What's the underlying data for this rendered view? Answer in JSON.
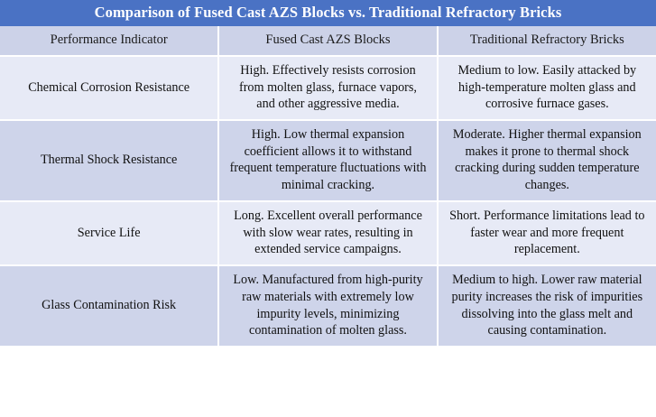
{
  "title": "Comparison of Fused Cast AZS Blocks vs. Traditional Refractory Bricks",
  "colors": {
    "title_bar": "#4a72c4",
    "title_text": "#ffffff",
    "header_row": "#ccd2e8",
    "row_light": "#e7eaf6",
    "row_dark": "#ced4ea",
    "grid_line": "#ffffff",
    "body_text": "#111111"
  },
  "columns": [
    "Performance Indicator",
    "Fused Cast AZS Blocks",
    "Traditional Refractory Bricks"
  ],
  "rows": [
    {
      "indicator": "Chemical Corrosion Resistance",
      "azs": "High. Effectively resists corrosion from molten glass, furnace vapors, and other aggressive media.",
      "brick": "Medium to low. Easily attacked by high-temperature molten glass and corrosive furnace gases.",
      "band": "light"
    },
    {
      "indicator": "Thermal Shock Resistance",
      "azs": "High. Low thermal expansion coefficient allows it to withstand frequent temperature fluctuations with minimal cracking.",
      "brick": "Moderate. Higher thermal expansion makes it prone to thermal shock cracking during sudden temperature changes.",
      "band": "dark"
    },
    {
      "indicator": "Service Life",
      "azs": "Long. Excellent overall performance with slow wear rates, resulting in extended service campaigns.",
      "brick": "Short. Performance limitations lead to faster wear and more frequent replacement.",
      "band": "light"
    },
    {
      "indicator": "Glass Contamination Risk",
      "azs": "Low. Manufactured from high-purity raw materials with extremely low impurity levels, minimizing contamination of molten glass.",
      "brick": "Medium to high. Lower raw material purity increases the risk of impurities dissolving into the glass melt and causing contamination.",
      "band": "dark"
    }
  ]
}
